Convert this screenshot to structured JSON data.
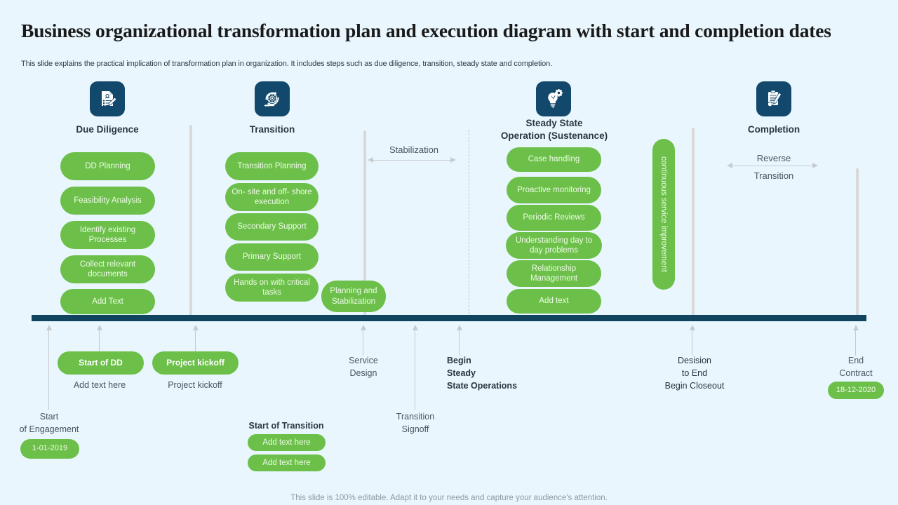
{
  "header": {
    "title": "Business organizational transformation plan and execution diagram with start and completion dates",
    "subtitle": "This slide explains the practical implication of transformation plan in organization. It includes steps such as due diligence, transition, steady state and completion."
  },
  "colors": {
    "background": "#e9f6fd",
    "pill_green": "#6cc04a",
    "icon_navy": "#12486b",
    "timeline_bar": "#11455f",
    "divider_grey": "#d9d9d9",
    "text_dark": "#2b3640",
    "text_muted": "#4a5560"
  },
  "columns": [
    {
      "id": "due-diligence",
      "icon": "document-checklist-icon",
      "title": "Due Diligence",
      "items": [
        "DD Planning",
        "Feasibility Analysis",
        "Identify existing Processes",
        "Collect relevant  documents",
        "Add Text"
      ]
    },
    {
      "id": "transition",
      "icon": "cycle-gear-icon",
      "title": "Transition",
      "items": [
        "Transition Planning",
        "On- site and off- shore execution",
        "Secondary Support",
        "Primary Support",
        "Hands  on with critical tasks"
      ]
    },
    {
      "id": "steady-state",
      "icon": "lightbulb-gear-icon",
      "title": "Steady State\nOperation (Sustenance)",
      "title_line1": "Steady  State",
      "title_line2": "Operation (Sustenance)",
      "items": [
        "Case handling",
        "Proactive monitoring",
        "Periodic Reviews",
        "Understanding  day to day problems",
        "Relationship Management",
        "Add text"
      ]
    },
    {
      "id": "completion",
      "icon": "clipboard-pen-icon",
      "title": "Completion",
      "items": []
    }
  ],
  "floating_pills": {
    "planning_stabilization": "Planning and Stabilization",
    "continuous_improvement": "continuous service improvement"
  },
  "measures": [
    {
      "id": "stabilization",
      "label_top": "Stabilization",
      "label_bottom": ""
    },
    {
      "id": "reverse-transition",
      "label_top": "Reverse",
      "label_bottom": "Transition"
    }
  ],
  "timeline": {
    "milestones": [
      {
        "id": "start-of-engagement",
        "label": "Start\nof Engagement",
        "line1": "Start",
        "line2": "of Engagement",
        "date_badge": "1-01-2019",
        "pill": "",
        "sublabel": "",
        "bold": false
      },
      {
        "id": "start-of-dd",
        "pill": "Start of DD",
        "sublabel": "Add text here",
        "label": "",
        "bold": false
      },
      {
        "id": "project-kickoff",
        "pill": "Project kickoff",
        "sublabel": "Project kickoff",
        "label": "",
        "bold": false
      },
      {
        "id": "service-design",
        "line1": "Service",
        "line2": "Design",
        "label": "Service Design",
        "bold": false
      },
      {
        "id": "transition-signoff",
        "line1": "Transition",
        "line2": "Signoff",
        "label": "Transition Signoff",
        "bold": false
      },
      {
        "id": "begin-steady-state",
        "line1": "Begin",
        "line2": "Steady",
        "line3": "State Operations",
        "label": "Begin Steady State Operations",
        "bold": true
      },
      {
        "id": "decision-to-end",
        "line1": "Desision",
        "line2": "to End",
        "line3": "Begin Closeout",
        "label": "Desision to End Begin Closeout",
        "bold": false
      },
      {
        "id": "end-contract",
        "line1": "End",
        "line2": "Contract",
        "label": "End Contract",
        "date_badge": "18-12-2020",
        "bold": false
      }
    ],
    "start_of_transition": {
      "title": "Start of Transition",
      "pills": [
        "Add text here",
        "Add text here"
      ]
    }
  },
  "footer": "This slide is 100% editable. Adapt it to your needs and capture your audience's attention."
}
